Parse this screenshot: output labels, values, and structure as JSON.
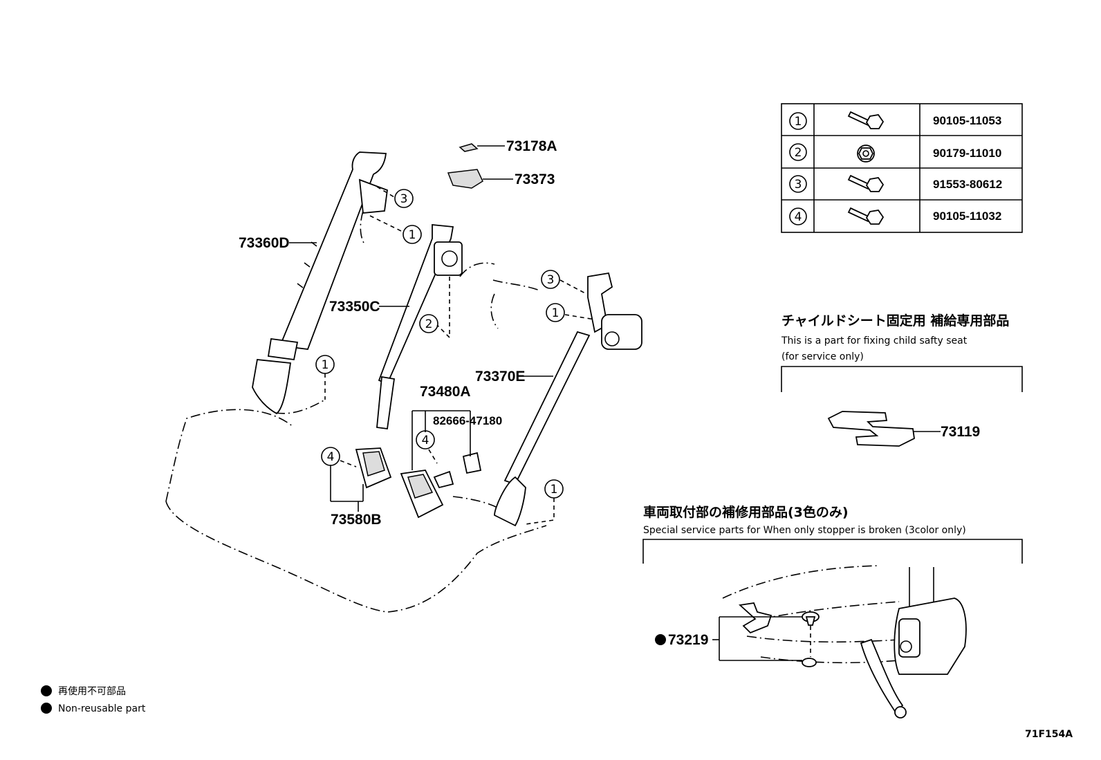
{
  "parts": {
    "p73178A": "73178A",
    "p73373": "73373",
    "p73360D": "73360D",
    "p73350C": "73350C",
    "p73370E": "73370E",
    "p73480A": "73480A",
    "p82666": "82666-47180",
    "p73580B": "73580B",
    "p73119": "73119",
    "p73219": "73219"
  },
  "callouts": {
    "c1": "1",
    "c2": "2",
    "c3": "3",
    "c4": "4"
  },
  "fastener_table": [
    {
      "ref": "1",
      "icon": "flange-bolt-icon",
      "part_no": "90105-11053"
    },
    {
      "ref": "2",
      "icon": "flange-nut-icon",
      "part_no": "90179-11010"
    },
    {
      "ref": "3",
      "icon": "flange-bolt-icon",
      "part_no": "91553-80612"
    },
    {
      "ref": "4",
      "icon": "flange-bolt-icon",
      "part_no": "90105-11032"
    }
  ],
  "child_seat_note": {
    "jp": "チャイルドシート固定用  補給専用部品",
    "en1": "This is a part for fixing child safty seat",
    "en2": "(for service only)"
  },
  "stopper_note": {
    "jp": "車両取付部の補修用部品(3色のみ)",
    "en": "Special service parts for When only stopper is broken (3color only)"
  },
  "legend": {
    "jp": "再使用不可部品",
    "en": "Non-reusable part"
  },
  "figure_code": "71F154A"
}
